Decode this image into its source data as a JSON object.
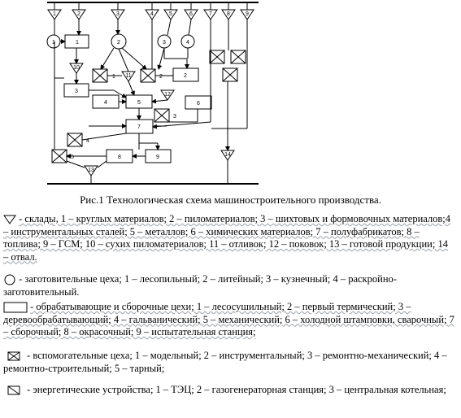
{
  "diagram": {
    "labels": {
      "top_triangles": [
        "1",
        "2",
        "3",
        "4",
        "5",
        "6",
        "7",
        "8",
        "9"
      ],
      "circle_1": "1",
      "circle_2": "2",
      "circle_3": "3",
      "circle_4": "4",
      "rect_1": "1",
      "rect_2": "2",
      "rect_3": "3",
      "rect_4": "4",
      "rect_5": "5",
      "rect_6": "6",
      "rect_7": "7",
      "rect_8": "8",
      "rect_9": "9",
      "tri_10": "10",
      "tri_11": "11",
      "tri_12": "12",
      "tri_13": "13",
      "tri_14": "14",
      "xbox_1": "1",
      "xbox_2": "2",
      "xbox_3": "3",
      "xbox_4": "4",
      "xbox_5": "5"
    }
  },
  "caption": "Рис.1 Технологическая схема машиностроительного производства.",
  "legend": {
    "warehouses": "- склады, 1 – круглых материалов; 2 – пиломатериалов; 3 – шихтовых и формовочных материалов;4 – инструментальных сталей; 5 – металлов; 6 – химических материалов; 7 – полуфабрикатов; 8 – топлива; 9 – ГСМ; 10 – сухих пиломатериалов; 11 – отливок; 12 – поковок; 13 – готовой продукции; 14 – отвал.",
    "procurement": "- заготовительные цеха; 1 – лесопильный; 2 – литейный; 3 – кузнечный; 4 – раскройно-заготовительный.",
    "processing": "- обрабатывающие и сборочные цехи; 1 – лесосушильный; 2 – первый термический; 3 – деревообрабатывающий; 4 – гальванический; 5 – механический; 6 – холодной штамповки, сварочный; 7 – сборочный; 8 – окрасочный; 9 – испытательная станция;",
    "auxiliary": "- вспомогательные цеха; 1 – модельный; 2 – инструментальный; 3 – ремонтно-механический; 4 – ремонтно-строительный; 5 – тарный;",
    "energy": "- энергетические устройства; 1 – ТЭЦ; 2 – газогенераторная станция; 3 – центральная котельная;"
  }
}
